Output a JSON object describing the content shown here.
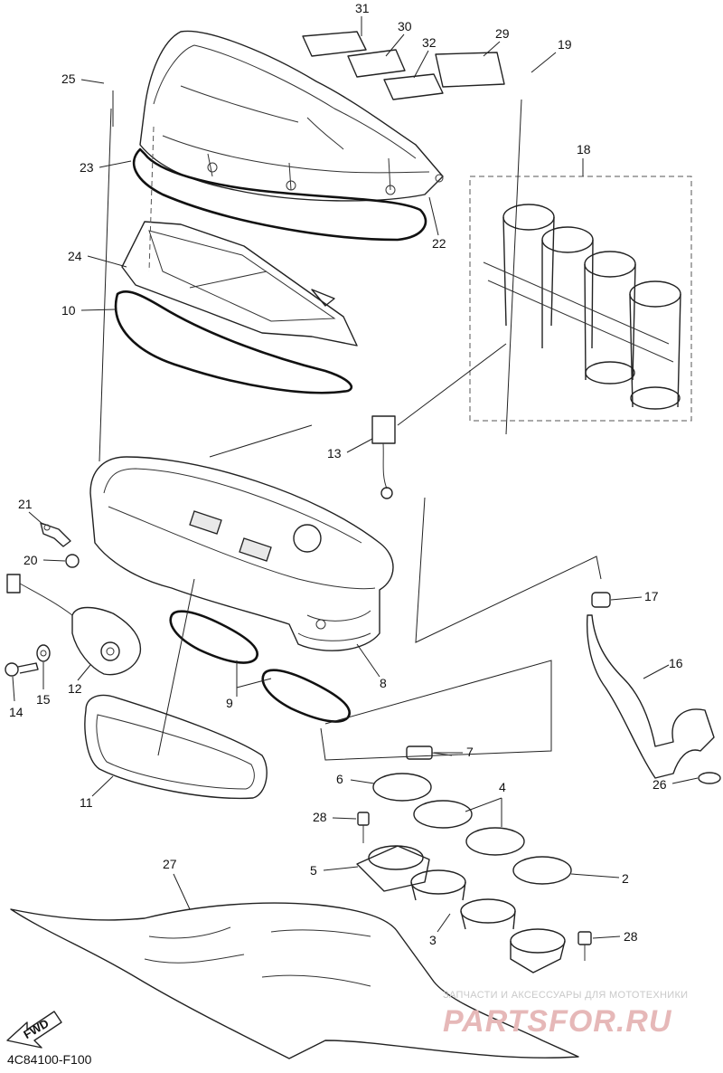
{
  "diagram_code": "4C84100-F100",
  "fwd_label": "FWD",
  "watermark": {
    "tagline": "ЗАПЧАСТИ И АКСЕССУАРЫ ДЛЯ МОТОТЕХНИКИ",
    "brand": "PARTSFOR.RU"
  },
  "callouts": [
    "31",
    "30",
    "32",
    "29",
    "19",
    "25",
    "23",
    "18",
    "22",
    "24",
    "10",
    "13",
    "21",
    "20",
    "17",
    "16",
    "14",
    "15",
    "12",
    "9",
    "8",
    "11",
    "7",
    "6",
    "4",
    "26",
    "28",
    "5",
    "2",
    "27",
    "3",
    "28"
  ]
}
